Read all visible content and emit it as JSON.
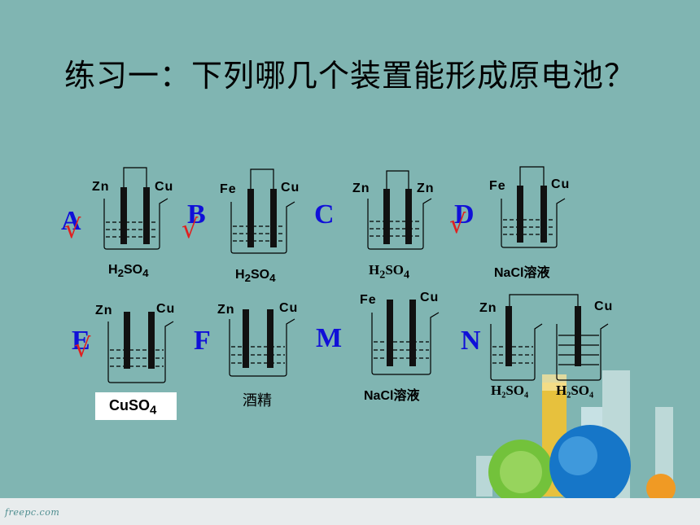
{
  "title": "练习一：下列哪几个装置能形成原电池？",
  "footer_logo": "freepc.com",
  "devices": [
    {
      "id": "A",
      "left": "Zn",
      "right": "Cu",
      "solution_main": "H",
      "solution_sub1": "2",
      "solution_mid": "SO",
      "solution_sub2": "4",
      "checked": true
    },
    {
      "id": "B",
      "left": "Fe",
      "right": "Cu",
      "solution_main": "H",
      "solution_sub1": "2",
      "solution_mid": "SO",
      "solution_sub2": "4",
      "checked": true
    },
    {
      "id": "C",
      "left": "Zn",
      "right": "Zn",
      "solution_main": "H",
      "solution_sub1": "2",
      "solution_mid": "SO",
      "solution_sub2": "4",
      "checked": false
    },
    {
      "id": "D",
      "left": "Fe",
      "right": "Cu",
      "solution": "NaCl溶液",
      "checked": true
    },
    {
      "id": "E",
      "left": "Zn",
      "right": "Cu",
      "solution_main": "CuSO",
      "solution_sub": "4",
      "checked": true
    },
    {
      "id": "F",
      "left": "Zn",
      "right": "Cu",
      "solution": "酒精",
      "checked": false
    },
    {
      "id": "M",
      "left": "Fe",
      "right": "Cu",
      "solution": "NaCl溶液",
      "checked": false
    },
    {
      "id": "N",
      "left": "Zn",
      "right": "Cu",
      "solution_left": "H₂SO₄",
      "solution_right": "H₂SO₄",
      "checked": false
    }
  ],
  "check_mark": "√",
  "colors": {
    "background": "#80b5b2",
    "letter": "#1010d8",
    "check": "#e02020",
    "electrode": "#111111"
  }
}
